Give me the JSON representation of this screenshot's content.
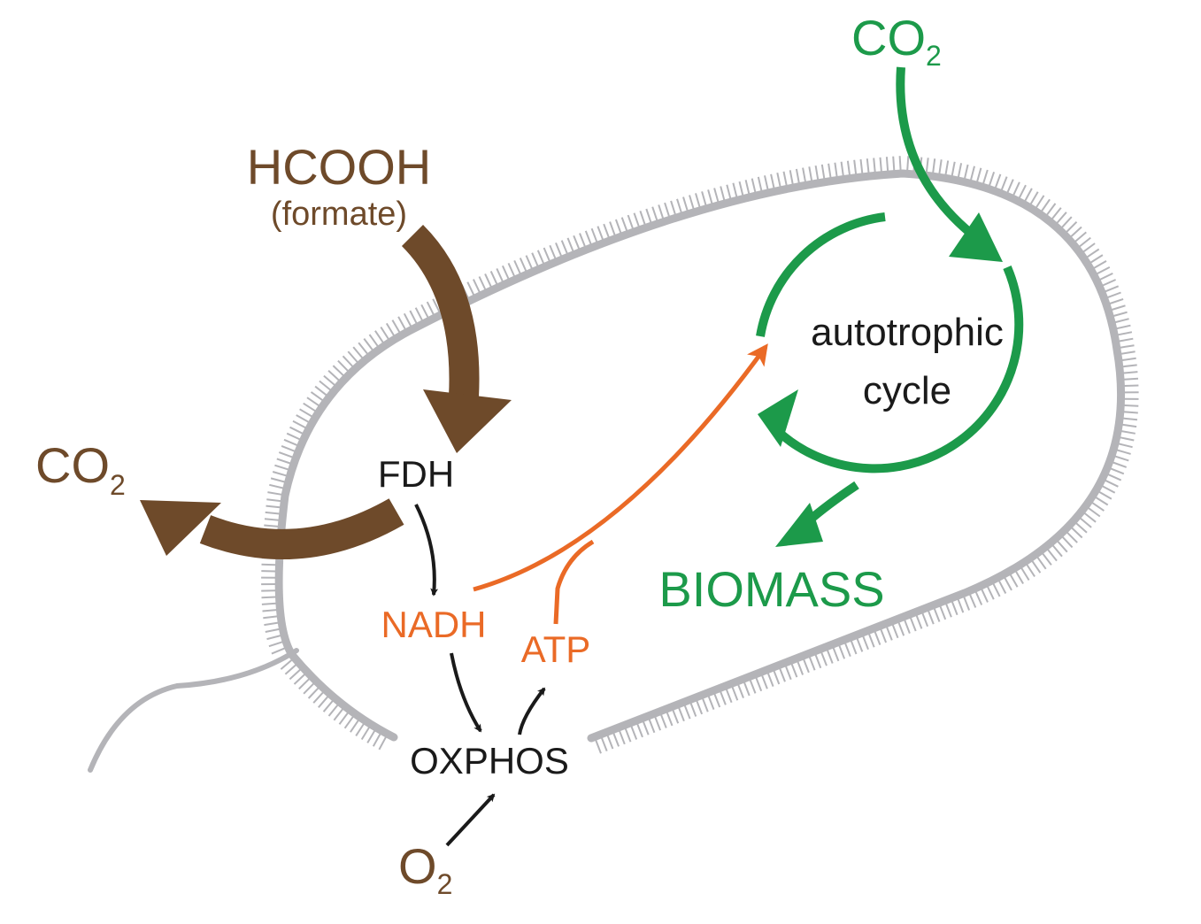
{
  "colors": {
    "brown": "#6e4a2a",
    "green": "#1c9a4a",
    "orange": "#ea6a26",
    "black": "#1a1a1a",
    "membrane": "#b4b4b8"
  },
  "labels": {
    "hcooh": "HCOOH",
    "formate": "(formate)",
    "co2_out_main": "CO",
    "co2_out_sub": "2",
    "co2_in_main": "CO",
    "co2_in_sub": "2",
    "fdh": "FDH",
    "nadh": "NADH",
    "atp": "ATP",
    "oxphos": "OXPHOS",
    "o2_main": "O",
    "o2_sub": "2",
    "cycle_line1": "autotrophic",
    "cycle_line2": "cycle",
    "biomass": "BIOMASS"
  }
}
